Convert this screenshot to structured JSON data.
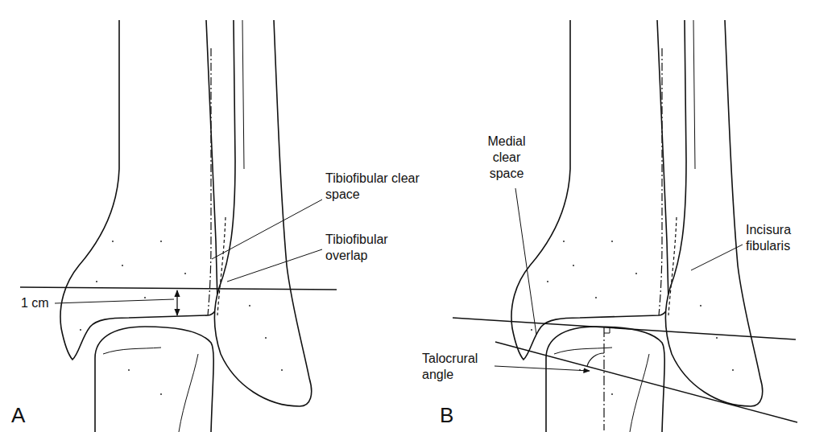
{
  "diagram": {
    "labels": [
      "Tibiofibular clear space",
      "Tibiofibular overlap",
      "1 cm",
      "A",
      "Medial clear space",
      "Incisura fibularis",
      "Talocrural angle",
      "B"
    ]
  }
}
